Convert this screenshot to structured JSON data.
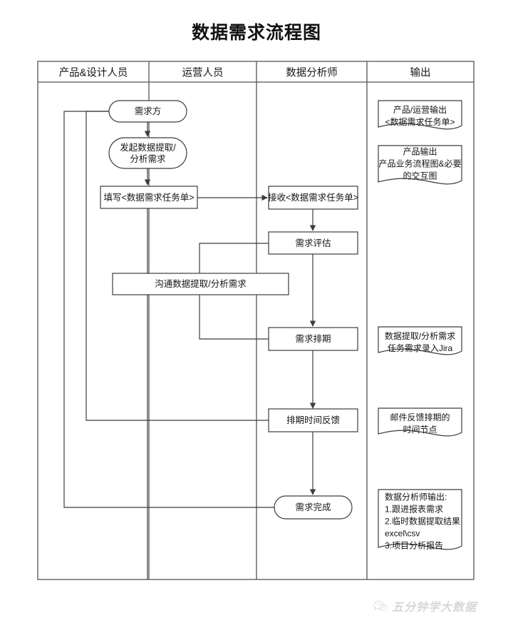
{
  "title": "数据需求流程图",
  "lanes": [
    {
      "label": "产品&设计人员"
    },
    {
      "label": "运营人员"
    },
    {
      "label": "数据分析师"
    },
    {
      "label": "输出"
    }
  ],
  "nodes": [
    {
      "id": "requester",
      "shape": "rounded",
      "label": "需求方"
    },
    {
      "id": "initiate",
      "shape": "rounded",
      "label": "发起数据提取/\n分析需求"
    },
    {
      "id": "fill-form",
      "shape": "rect",
      "label": "填写<数据需求任务单>"
    },
    {
      "id": "receive",
      "shape": "rect",
      "label": "接收<数据需求任务单>"
    },
    {
      "id": "evaluate",
      "shape": "rect",
      "label": "需求评估"
    },
    {
      "id": "communicate",
      "shape": "rect",
      "label": "沟通数据提取/分析需求"
    },
    {
      "id": "schedule",
      "shape": "rect",
      "label": "需求排期"
    },
    {
      "id": "feedback",
      "shape": "rect",
      "label": "排期时间反馈"
    },
    {
      "id": "complete",
      "shape": "rounded",
      "label": "需求完成"
    }
  ],
  "outputs": [
    {
      "id": "out-task-form",
      "label": "产品/运营输出\n<数据需求任务单>"
    },
    {
      "id": "out-product",
      "label": "产品输出\n产品业务流程图&必要\n的交互图"
    },
    {
      "id": "out-jira",
      "label": "数据提取/分析需求\n任务需求录入Jira"
    },
    {
      "id": "out-mail",
      "label": "邮件反馈排期的\n时间节点"
    },
    {
      "id": "out-analyst",
      "label": "数据分析师输出:\n1.跟进报表需求\n2.临时数据提取结果\nexcel\\csv\n3.项目分析报告"
    }
  ],
  "watermark": {
    "text": "五分钟学大数据",
    "icon": "wechat-icon"
  },
  "colors": {
    "stroke": "#444444",
    "table_stroke": "#555555",
    "background": "#ffffff",
    "text": "#141414"
  }
}
